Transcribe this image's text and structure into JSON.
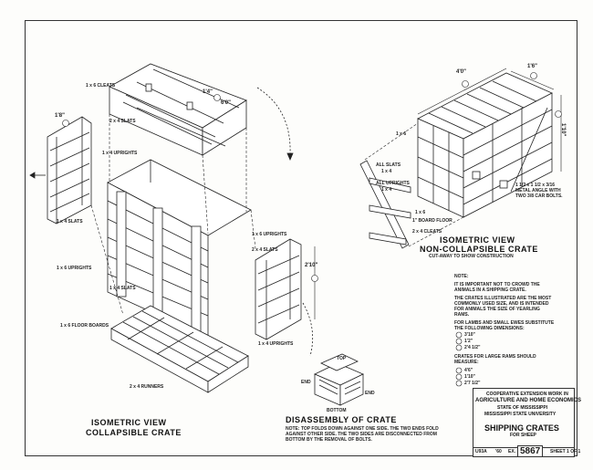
{
  "collapsible": {
    "labels": {
      "cleats": "1 x 6 CLEATS",
      "slats_top": "2 x 4 SLATS",
      "uprights_left": "1 x 4 UPRIGHTS",
      "slats_left": "1 x 4 SLATS",
      "uprights_side": "1 x 6 UPRIGHTS",
      "slats_mid": "2 x 4 SLATS",
      "floor": "1 x 6 FLOOR BOARDS",
      "runners": "2 x 4 RUNNERS",
      "uprights_right": "1 x 6 UPRIGHTS",
      "slats_right": "1 x 4 SLATS",
      "uprights_bottom": "1 x 4 UPRIGHTS"
    },
    "dims": {
      "top_a": "1'4\"",
      "top_b": "6'0\"",
      "left_a": "1'8\"",
      "height": "2'10\""
    },
    "title": "ISOMETRIC  VIEW",
    "subtitle": "COLLAPSIBLE  CRATE"
  },
  "noncollapsible": {
    "labels": {
      "one_by_six": "1 x 6",
      "all_slats": "ALL SLATS",
      "one_by_four_a": "1 x 4",
      "all_uprights": "ALL UPRIGHTS",
      "one_by_four_b": "1 x 4",
      "one_by_six_b": "1 x 6",
      "floor": "1\" BOARD FLOOR",
      "cleats": "2 x 4 CLEATS",
      "angle": "1 1/2 x 1 1/2 x 3/16 METAL ANGLE WITH TWO 3/8 CAR BOLTS."
    },
    "dims": {
      "length": "4'0\"",
      "width": "1'6\"",
      "height": "1'10\""
    },
    "title": "ISOMETRIC  VIEW",
    "subtitle": "NON-COLLAPSIBLE  CRATE",
    "cut_note": "CUT-AWAY TO SHOW CONSTRUCTION"
  },
  "notes": {
    "heading": "NOTE:",
    "p1": "IT IS IMPORTANT NOT TO CROWD THE ANIMALS IN A SHIPPING CRATE.",
    "p2": "THE CRATES ILLUSTRATED ARE THE MOST COMMONLY USED SIZE, AND IS INTENDED FOR ANIMALS THE SIZE OF YEARLING RAMS.",
    "p3": "FOR LAMBS AND SMALL EWES SUBSTITUTE THE FOLLOWING DIMENSIONS:",
    "small_dims": [
      "3'10\"",
      "1'2\"",
      "2'4 1/2\""
    ],
    "p4": "CRATES FOR LARGE RAMS SHOULD MEASURE:",
    "large_dims": [
      "4'6\"",
      "1'10\"",
      "2'7 1/2\""
    ]
  },
  "disassembly": {
    "title": "DISASSEMBLY  OF  CRATE",
    "note": "NOTE:  TOP FOLDS DOWN AGAINST ONE SIDE. THE TWO ENDS FOLD AGAINST OTHER SIDE. THE TWO SIDES ARE DISCONNECTED FROM BOTTOM BY THE REMOVAL OF BOLTS.",
    "top": "TOP",
    "end_left": "END",
    "end_right": "END",
    "bottom": "BOTTOM"
  },
  "titleblock": {
    "line1": "COOPERATIVE EXTENSION WORK IN",
    "line2": "AGRICULTURE AND HOME ECONOMICS",
    "line3": "STATE OF MISSISSIPPI",
    "line4": "MISSISSIPPI STATE UNIVERSITY",
    "drawing_title": "SHIPPING  CRATES",
    "for_label": "FOR  SHEEP",
    "cell_a": "U93A",
    "cell_b": "'60",
    "cell_c": "EX.",
    "plan_number": "5867",
    "sheet": "SHEET 1  OF 1"
  }
}
